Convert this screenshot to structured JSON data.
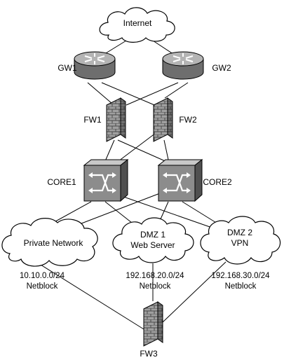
{
  "nodes": {
    "internet": {
      "label": "Internet"
    },
    "gw1": {
      "label": "GW1"
    },
    "gw2": {
      "label": "GW2"
    },
    "fw1": {
      "label": "FW1"
    },
    "fw2": {
      "label": "FW2"
    },
    "core1": {
      "label": "CORE1"
    },
    "core2": {
      "label": "CORE2"
    },
    "private": {
      "label": "Private Network",
      "subnet": "10.10.0.0/24",
      "subnet_type": "Netblock"
    },
    "dmz1": {
      "label_line1": "DMZ 1",
      "label_line2": "Web Server",
      "subnet": "192.168.20.0/24",
      "subnet_type": "Netblock"
    },
    "dmz2": {
      "label_line1": "DMZ 2",
      "label_line2": "VPN",
      "subnet": "192.168.30.0/24",
      "subnet_type": "Netblock"
    },
    "fw3": {
      "label": "FW3"
    }
  },
  "links": [
    [
      "internet",
      "gw1"
    ],
    [
      "internet",
      "gw2"
    ],
    [
      "gw1",
      "fw1"
    ],
    [
      "gw1",
      "fw2"
    ],
    [
      "gw2",
      "fw1"
    ],
    [
      "gw2",
      "fw2"
    ],
    [
      "fw1",
      "core1"
    ],
    [
      "fw1",
      "core2"
    ],
    [
      "fw2",
      "core1"
    ],
    [
      "fw2",
      "core2"
    ],
    [
      "core1",
      "private"
    ],
    [
      "core1",
      "dmz1"
    ],
    [
      "core1",
      "dmz2"
    ],
    [
      "core2",
      "private"
    ],
    [
      "core2",
      "dmz1"
    ],
    [
      "core2",
      "dmz2"
    ],
    [
      "private",
      "fw3"
    ],
    [
      "dmz1",
      "fw3"
    ],
    [
      "dmz2",
      "fw3"
    ]
  ],
  "colors": {
    "device_gray": "#9a9a9a",
    "device_dark": "#6b6b6b",
    "line": "#000000"
  }
}
